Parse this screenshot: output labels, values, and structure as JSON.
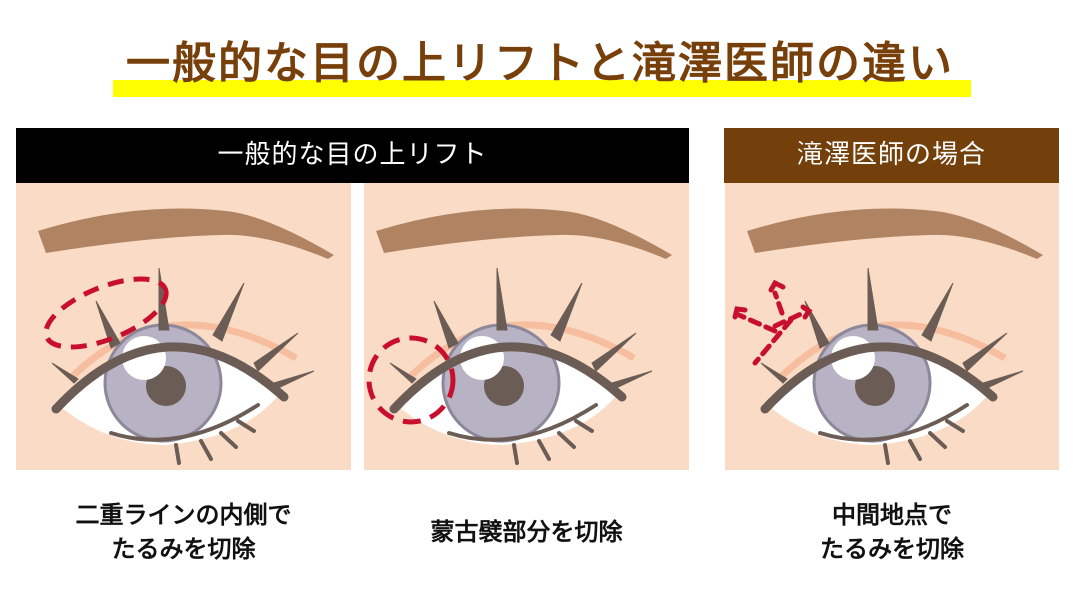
{
  "title": {
    "text": "一般的な目の上リフトと滝澤医師の違い",
    "text_color": "#773f0a",
    "highlight_color": "#ffff00"
  },
  "headers": {
    "general": {
      "label": "一般的な目の上リフト",
      "bg_color": "#000000"
    },
    "doctor": {
      "label": "滝澤医師の場合",
      "bg_color": "#733f0a"
    }
  },
  "panels": [
    {
      "illustration": "eye-illustration",
      "marker": "dashed-ellipse-on-double-eyelid-line-inner-side",
      "marker_color": "#c8102e"
    },
    {
      "illustration": "eye-illustration",
      "marker": "dashed-circle-on-mongolian-fold",
      "marker_color": "#c8102e"
    },
    {
      "illustration": "eye-illustration",
      "marker": "dashed-arrows-at-midpoint",
      "marker_color": "#c8102e"
    }
  ],
  "captions": [
    {
      "line1": "二重ラインの内側で",
      "line2": "たるみを切除"
    },
    {
      "line1": "蒙古襞部分を切除",
      "line2": ""
    },
    {
      "line1": "中間地点で",
      "line2": "たるみを切除"
    }
  ],
  "colors": {
    "skin": "#fadcc6",
    "eyebrow": "#b08463",
    "lash": "#6b5d55",
    "iris": "#b7b3c4",
    "iris_ring": "#8d8899",
    "pupil": "#6b5d55",
    "crease": "#f5b896"
  }
}
